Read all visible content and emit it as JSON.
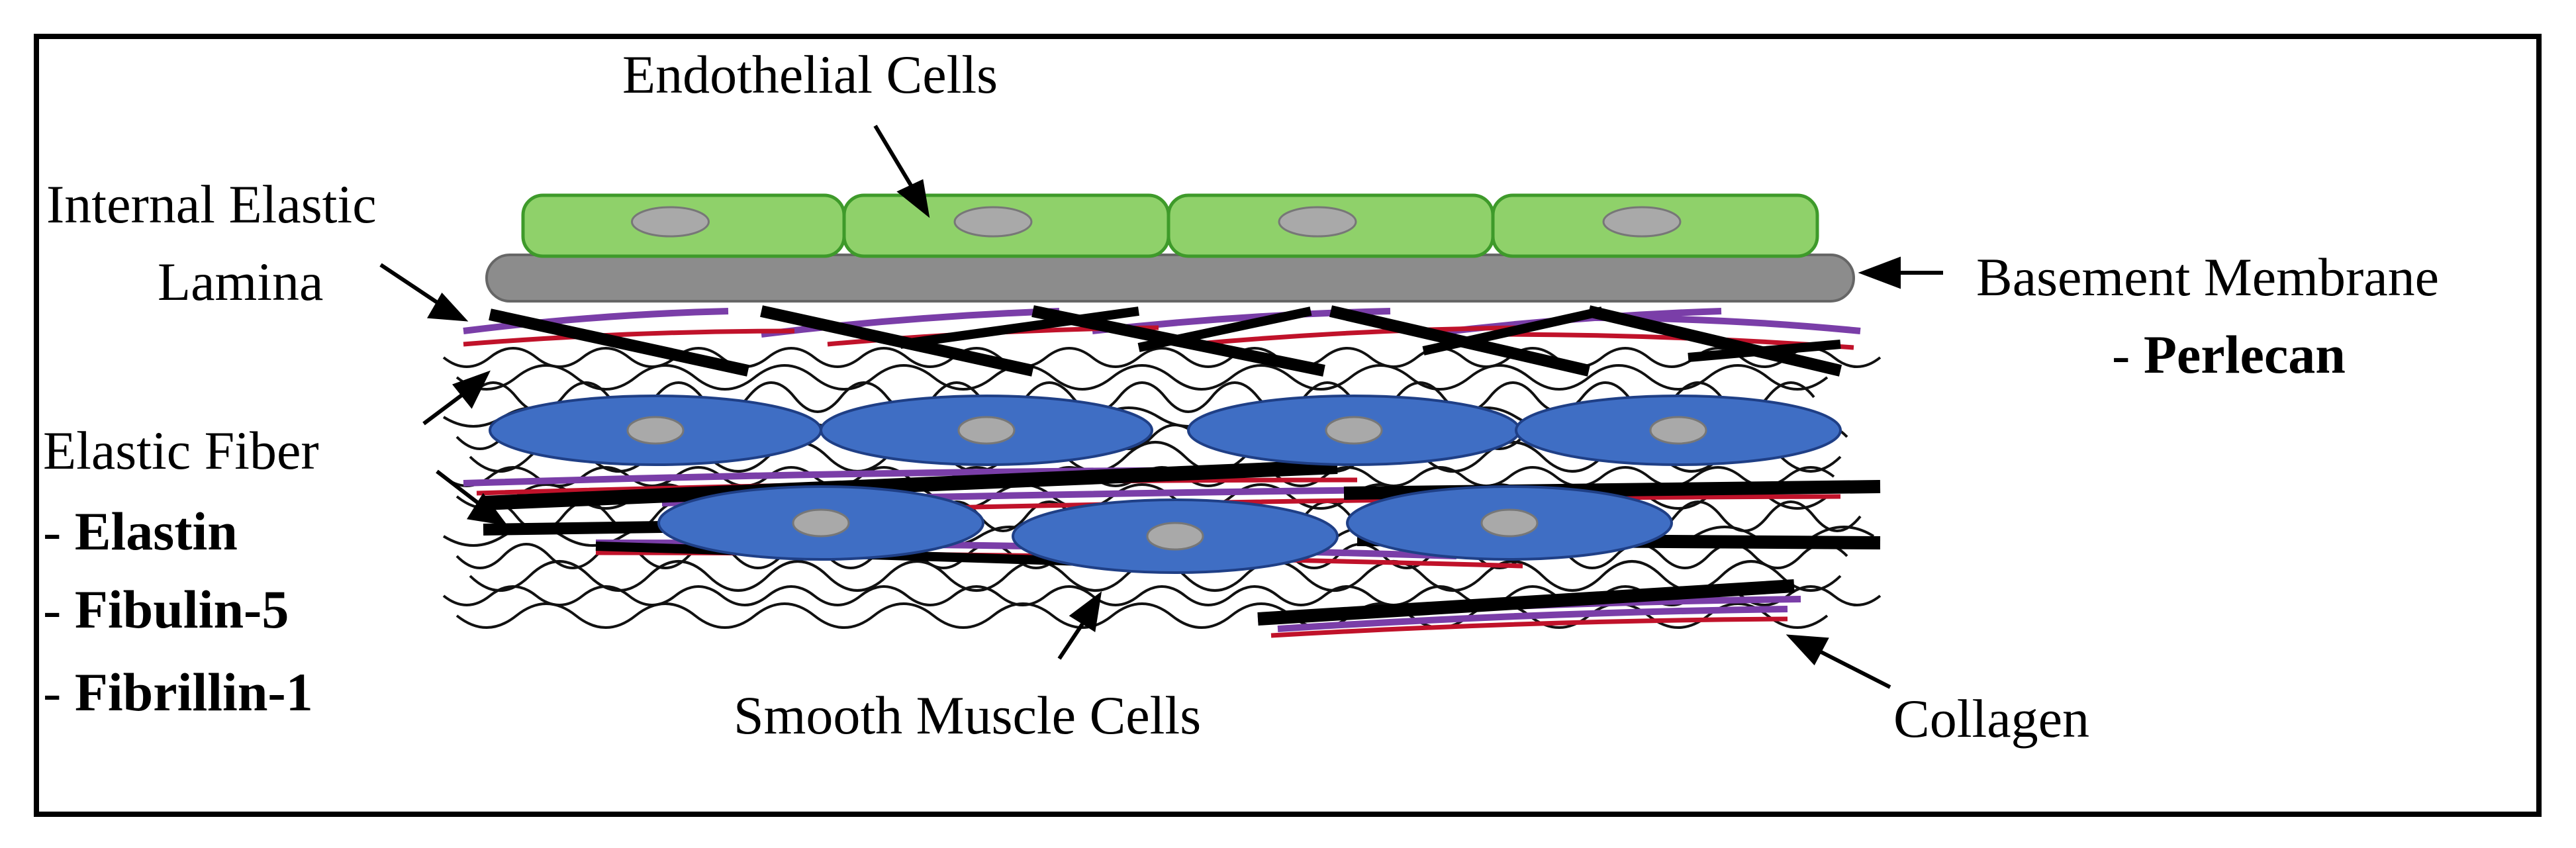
{
  "labels": {
    "endothelial": "Endothelial Cells",
    "iel_line1": "Internal Elastic",
    "iel_line2": "Lamina",
    "basement": "Basement Membrane",
    "elastic_fiber": "Elastic Fiber",
    "smooth_muscle": "Smooth Muscle Cells",
    "collagen": "Collagen"
  },
  "components": {
    "basement_dash": "- ",
    "basement_items": [
      "Perlecan"
    ],
    "elastic_dash": "- ",
    "elastic_items": [
      "Elastin",
      "Fibulin-5",
      "Fibrillin-1"
    ]
  },
  "colors": {
    "endothelial_fill": "#8fd16a",
    "endothelial_edge": "#3e9a2a",
    "membrane": "#8c8c8c",
    "smc_fill": "#3f6ec4",
    "smc_edge": "#1f3f86",
    "nucleus": "#a9a9a9",
    "elastin_black": "#000000",
    "fiber_red": "#c0122a",
    "fiber_purple": "#7a3ea8",
    "collagen_line": "#111111"
  }
}
